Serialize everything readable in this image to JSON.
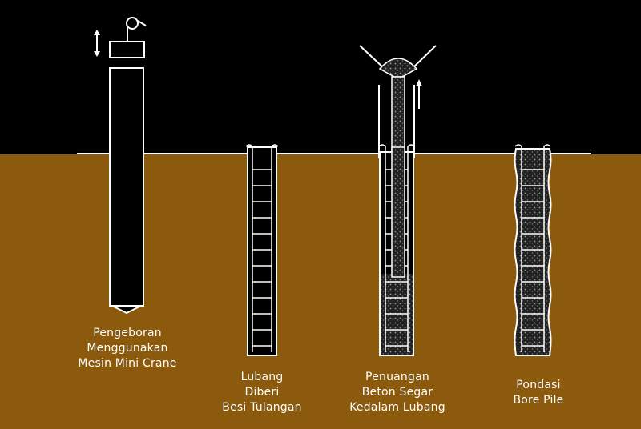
{
  "colors": {
    "sky": "#000000",
    "soil": "#8b5a0c",
    "line": "#ffffff",
    "concrete": "#2b2b2b"
  },
  "steps": [
    {
      "id": "drilling",
      "lines": [
        "Pengeboran",
        "Menggunakan",
        "Mesin Mini Crane"
      ]
    },
    {
      "id": "rebar",
      "lines": [
        "Lubang",
        "Diberi",
        "Besi Tulangan"
      ]
    },
    {
      "id": "pouring",
      "lines": [
        "Penuangan",
        "Beton Segar",
        "Kedalam Lubang"
      ]
    },
    {
      "id": "result",
      "lines": [
        "Pondasi",
        "Bore Pile"
      ]
    }
  ]
}
